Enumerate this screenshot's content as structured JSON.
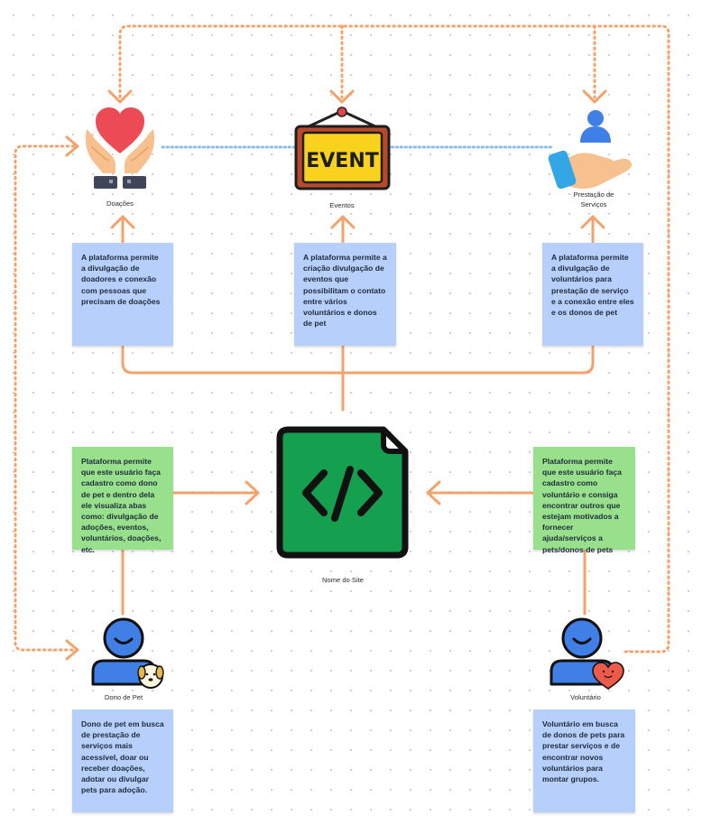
{
  "nodes": {
    "doacoes": {
      "label": "Doações"
    },
    "eventos": {
      "label": "Eventos",
      "sign_text": "EVENT"
    },
    "servicos": {
      "label": "Prestação de Serviços"
    },
    "site": {
      "label": "Nome do Site"
    },
    "dono": {
      "label": "Dono de Pet"
    },
    "voluntario": {
      "label": "Voluntário"
    }
  },
  "notes": {
    "doacoes": "A plataforma permite a divulgação de doadores e conexão com pessoas que precisam de doações",
    "eventos": "A plataforma permite a criação divulgação de eventos que possibilitam o contato entre vários voluntários e donos de pet",
    "servicos": "A plataforma permite a divulgação de voluntários para prestação de serviço e a conexão entre eles e os donos de pet",
    "dono_platform": "Plataforma permite que este usuário faça cadastro como dono de pet e dentro dela ele visualiza abas como: divulgação de adoções, eventos, voluntários, doações, etc.",
    "voluntario_platform": "Plataforma permite que este usuário faça cadastro como voluntário e consiga encontrar outros que estejam motivados a fornecer ajuda/serviços a pets/donos de pets",
    "dono_desc": "Dono de pet em busca de prestação de serviços mais acessível, doar ou receber doações, adotar ou divulgar pets para adoção.",
    "voluntario_desc": "Voluntário em busca de donos de pets para prestar serviços e de encontrar novos voluntários para montar grupos."
  },
  "colors": {
    "connector": "#f4a26b",
    "dotted_link": "#8fbce8",
    "note_blue": "#b7d0fb",
    "note_green": "#98e08c",
    "site_green": "#15a04f",
    "heart_red": "#ec4a55",
    "person_blue": "#3f7fe6",
    "sign_yellow": "#f8d21c",
    "sign_border": "#b84a2a"
  },
  "icons": [
    "heart-hands-icon",
    "event-sign-icon",
    "service-hand-icon",
    "code-file-icon",
    "pet-owner-icon",
    "volunteer-icon"
  ]
}
